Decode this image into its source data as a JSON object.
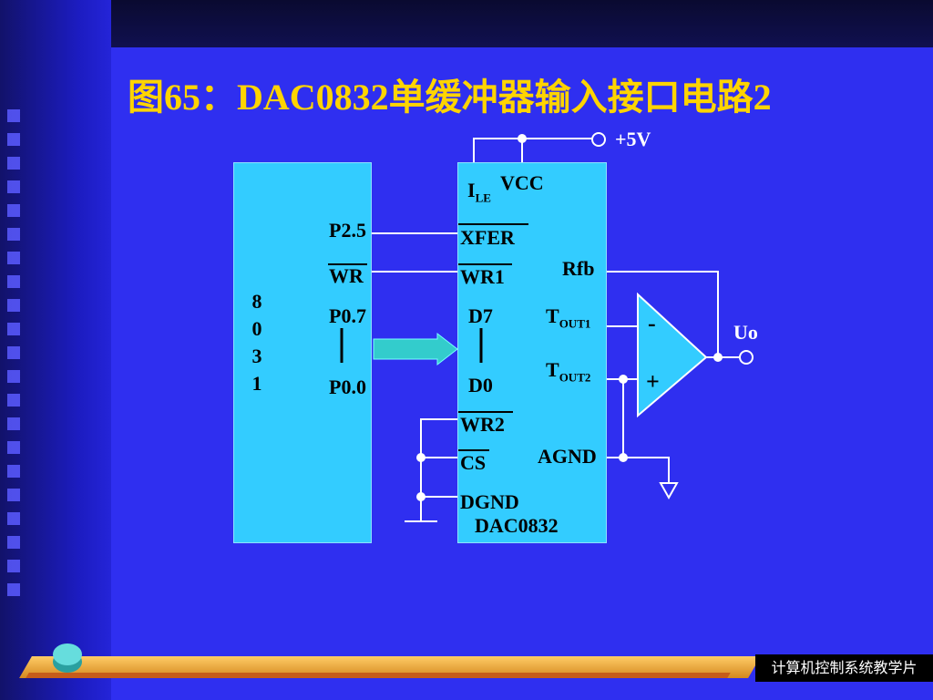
{
  "slide": {
    "title": "图65：DAC0832单缓冲器输入接口电路2",
    "footer": "计算机控制系统教学片"
  },
  "mcu": {
    "name_chars": [
      "8",
      "0",
      "3",
      "1"
    ],
    "pins": {
      "p25": "P2.5",
      "wr": "WR",
      "p07": "P0.7",
      "p00": "P0.0"
    }
  },
  "dac": {
    "name": "DAC0832",
    "pins": {
      "ile_main": "I",
      "ile_sub": "LE",
      "vcc": "VCC",
      "xfer": "XFER",
      "wr1": "WR1",
      "d7": "D7",
      "d0": "D0",
      "wr2": "WR2",
      "cs": "CS",
      "dgnd": "DGND",
      "rfb": "Rfb",
      "tout1_main": "T",
      "tout1_sub": "OUT1",
      "tout2_main": "T",
      "tout2_sub": "OUT2",
      "agnd": "AGND"
    }
  },
  "external": {
    "supply": "+5V",
    "output": "Uo",
    "opamp_minus": "-",
    "opamp_plus": "+"
  },
  "colors": {
    "title": "#ffd400",
    "chip": "#33ccff",
    "background": "#2f2ff0",
    "wire": "#ffffff",
    "arrow": "#33cccc"
  }
}
